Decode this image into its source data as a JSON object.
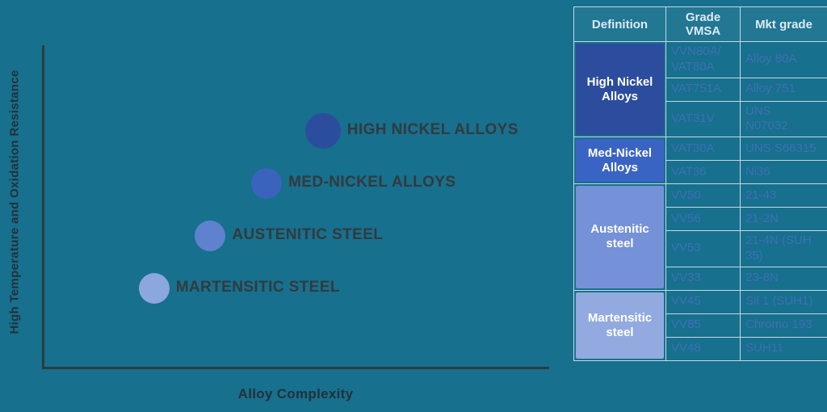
{
  "chart_data": {
    "type": "scatter",
    "title": "",
    "xlabel": "Alloy Complexity",
    "ylabel": "High Temperature and Oxidation Resistance",
    "grid": false,
    "legend": "none",
    "points": [
      {
        "label": "MARTENSITIC STEEL",
        "x": 1,
        "y": 1,
        "r": 19,
        "color": "#8CA6DE"
      },
      {
        "label": "AUSTENITIC STEEL",
        "x": 2,
        "y": 2,
        "r": 19,
        "color": "#5E82CE"
      },
      {
        "label": "MED-NICKEL ALLOYS",
        "x": 3,
        "y": 3,
        "r": 19,
        "color": "#3A63BE"
      },
      {
        "label": "HIGH NICKEL ALLOYS",
        "x": 4,
        "y": 4,
        "r": 22,
        "color": "#2C4D9D"
      }
    ]
  },
  "table": {
    "headers": [
      "Definition",
      "Grade\nVMSA",
      "Mkt grade"
    ],
    "groups": [
      {
        "definition": "High Nickel Alloys",
        "color": "#2C4D9D",
        "rows": [
          {
            "grade": "VVN80A/\nVAT80A",
            "mkt": "Alloy 80A"
          },
          {
            "grade": "VAT751A",
            "mkt": "Alloy 751"
          },
          {
            "grade": "VAT31V",
            "mkt": "UNS\nN07032"
          }
        ]
      },
      {
        "definition": "Med-Nickel Alloys",
        "color": "#3A64C4",
        "rows": [
          {
            "grade": "VAT30A",
            "mkt": "UNS S66315"
          },
          {
            "grade": "VAT36",
            "mkt": "Ni36"
          }
        ]
      },
      {
        "definition": "Austenitic steel",
        "color": "#7591D7",
        "rows": [
          {
            "grade": "VV50",
            "mkt": "21-43"
          },
          {
            "grade": "VV56",
            "mkt": "21-2N"
          },
          {
            "grade": "VV53",
            "mkt": "21-4N (SUH 35)"
          },
          {
            "grade": "VV33",
            "mkt": "23-8N"
          }
        ]
      },
      {
        "definition": "Martensitic steel",
        "color": "#92AADF",
        "rows": [
          {
            "grade": "VV45",
            "mkt": "Sil 1 (SUH1)"
          },
          {
            "grade": "VV85",
            "mkt": "Chromo 193"
          },
          {
            "grade": "VV48",
            "mkt": "SUH11"
          }
        ]
      }
    ]
  }
}
